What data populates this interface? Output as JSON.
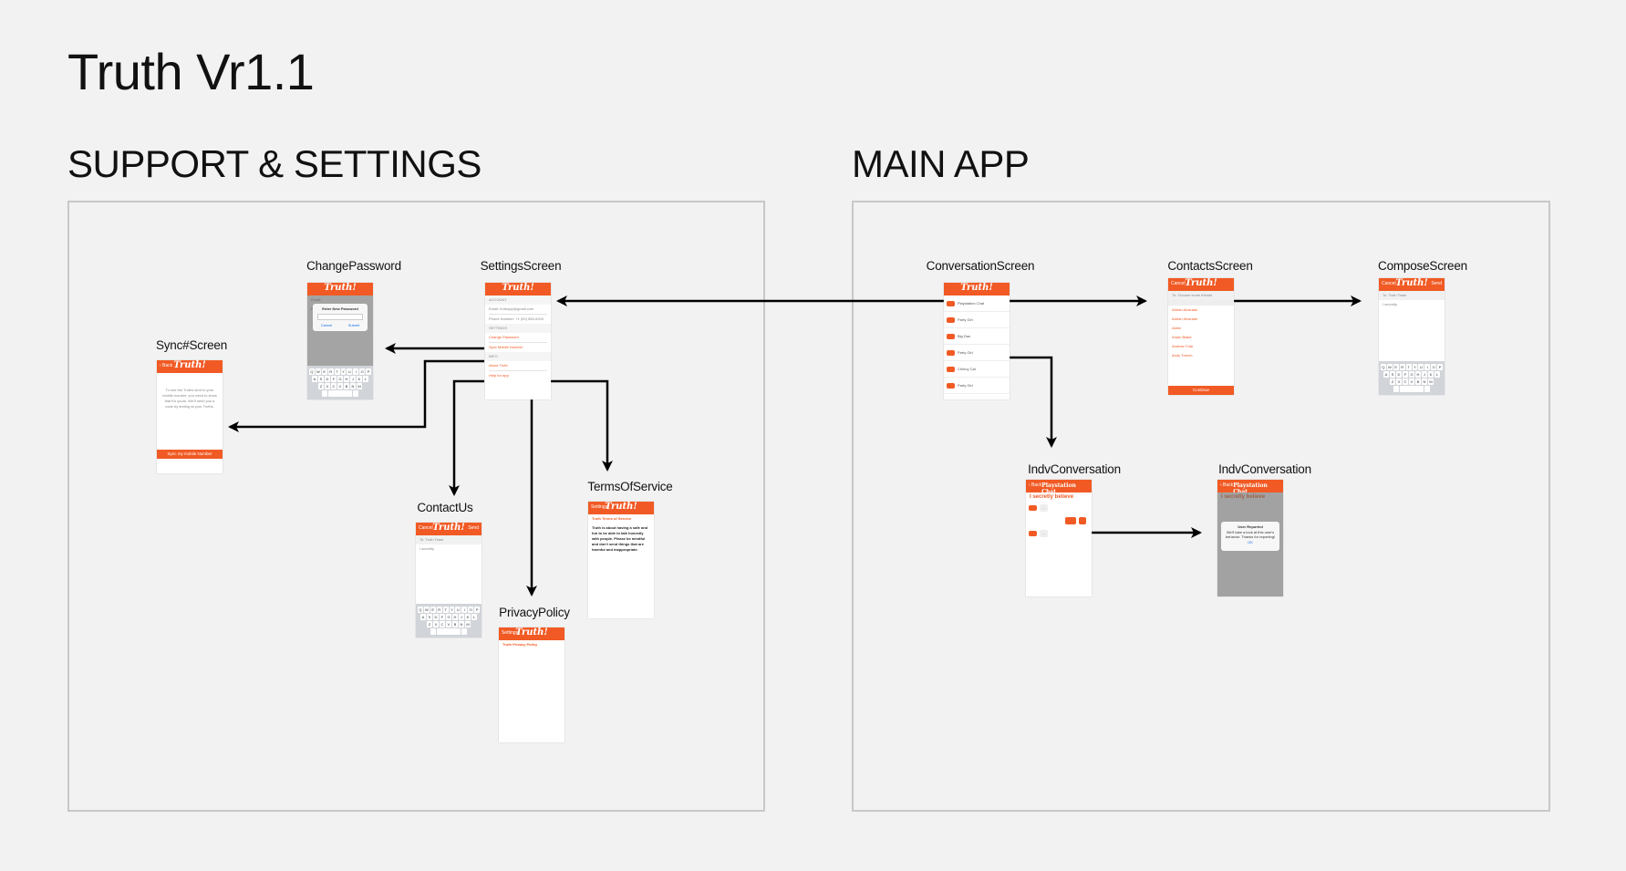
{
  "title": "Truth Vr1.1",
  "sections": {
    "support": "SUPPORT & SETTINGS",
    "main": "MAIN APP"
  },
  "screens": {
    "change_password": "ChangePassword",
    "settings": "SettingsScreen",
    "sync": "Sync#Screen",
    "contact_us": "ContactUs",
    "terms": "TermsOfService",
    "privacy": "PrivacyPolicy",
    "conversation": "ConversationScreen",
    "contacts": "ContactsScreen",
    "compose": "ComposeScreen",
    "indv1": "IndvConversation",
    "indv2": "IndvConversation"
  },
  "phone_text": {
    "logo": "Truth!",
    "enter_password": "Enter New Password",
    "cancel": "Cancel",
    "submit": "Submit",
    "settings_lines": [
      "Email: truthapp@gmail.com",
      "Phone Number: +1 (92) 555-0000",
      "Change Password",
      "Sync Mobile Number",
      "About Truth",
      "Help for app"
    ],
    "sync_body": "To use the Truths sent to your mobile number, you need to show that it's yours. We'll send you a code by texting at your Truths.",
    "sync_button": "Sync my mobile Number",
    "to_truth_team": "To: Truth Team",
    "typing": "I secretly",
    "terms_heading": "Truth Terms of Service",
    "terms_body": "Truth is about having a safe and fun to be able to talk honestly with people. Please be mindful and don't send things that are harmful and inappropriate.",
    "settings_back": "Settings",
    "privacy_heading": "Truth Privacy Policy",
    "contacts_search": "To: Choose some friends",
    "continue": "Continue",
    "indv_header": "I secretly believe",
    "report_title": "User Reported",
    "report_body": "We'll take a look at this user's behavior. Thanks for reporting!",
    "ok": "OK",
    "contacts": [
      "Adrian Alvarado",
      "Adrian Alvarado",
      "Aiden",
      "Anam Blake",
      "Andrew Chia",
      "Andy Trench"
    ],
    "conversations": [
      "Playstation Chat",
      "Party Girl",
      "Big Dan",
      "Party Girl",
      "Chinny Cat",
      "Party Girl"
    ]
  }
}
